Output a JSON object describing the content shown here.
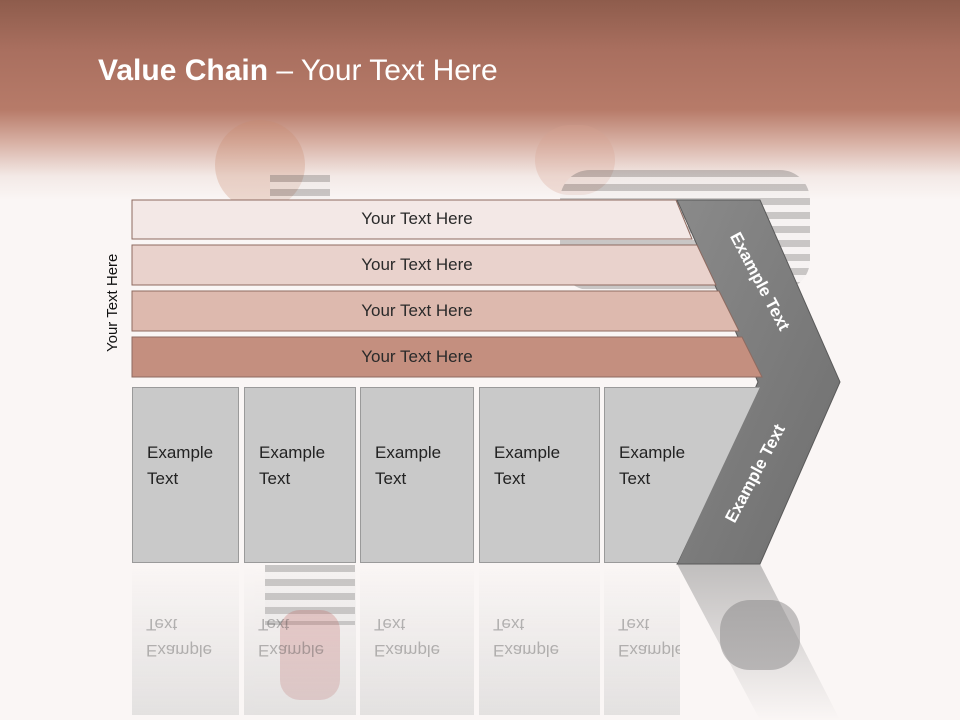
{
  "title": {
    "bold": "Value Chain",
    "rest": " – Your Text Here"
  },
  "side_label": "Your Text Here",
  "bars": [
    {
      "label": "Your Text Here",
      "color": "#f3e8e6"
    },
    {
      "label": "Your Text Here",
      "color": "#e9d2cc"
    },
    {
      "label": "Your Text Here",
      "color": "#ddb9ae"
    },
    {
      "label": "Your Text Here",
      "color": "#c48f7f"
    }
  ],
  "boxes": [
    {
      "text": "Example\nText"
    },
    {
      "text": "Example\nText"
    },
    {
      "text": "Example\nText"
    },
    {
      "text": "Example\nText"
    },
    {
      "text": "Example\nText"
    }
  ],
  "chevron": {
    "upper_label": "Example Text",
    "lower_label": "Example Text",
    "color": "#7a7a7a"
  }
}
